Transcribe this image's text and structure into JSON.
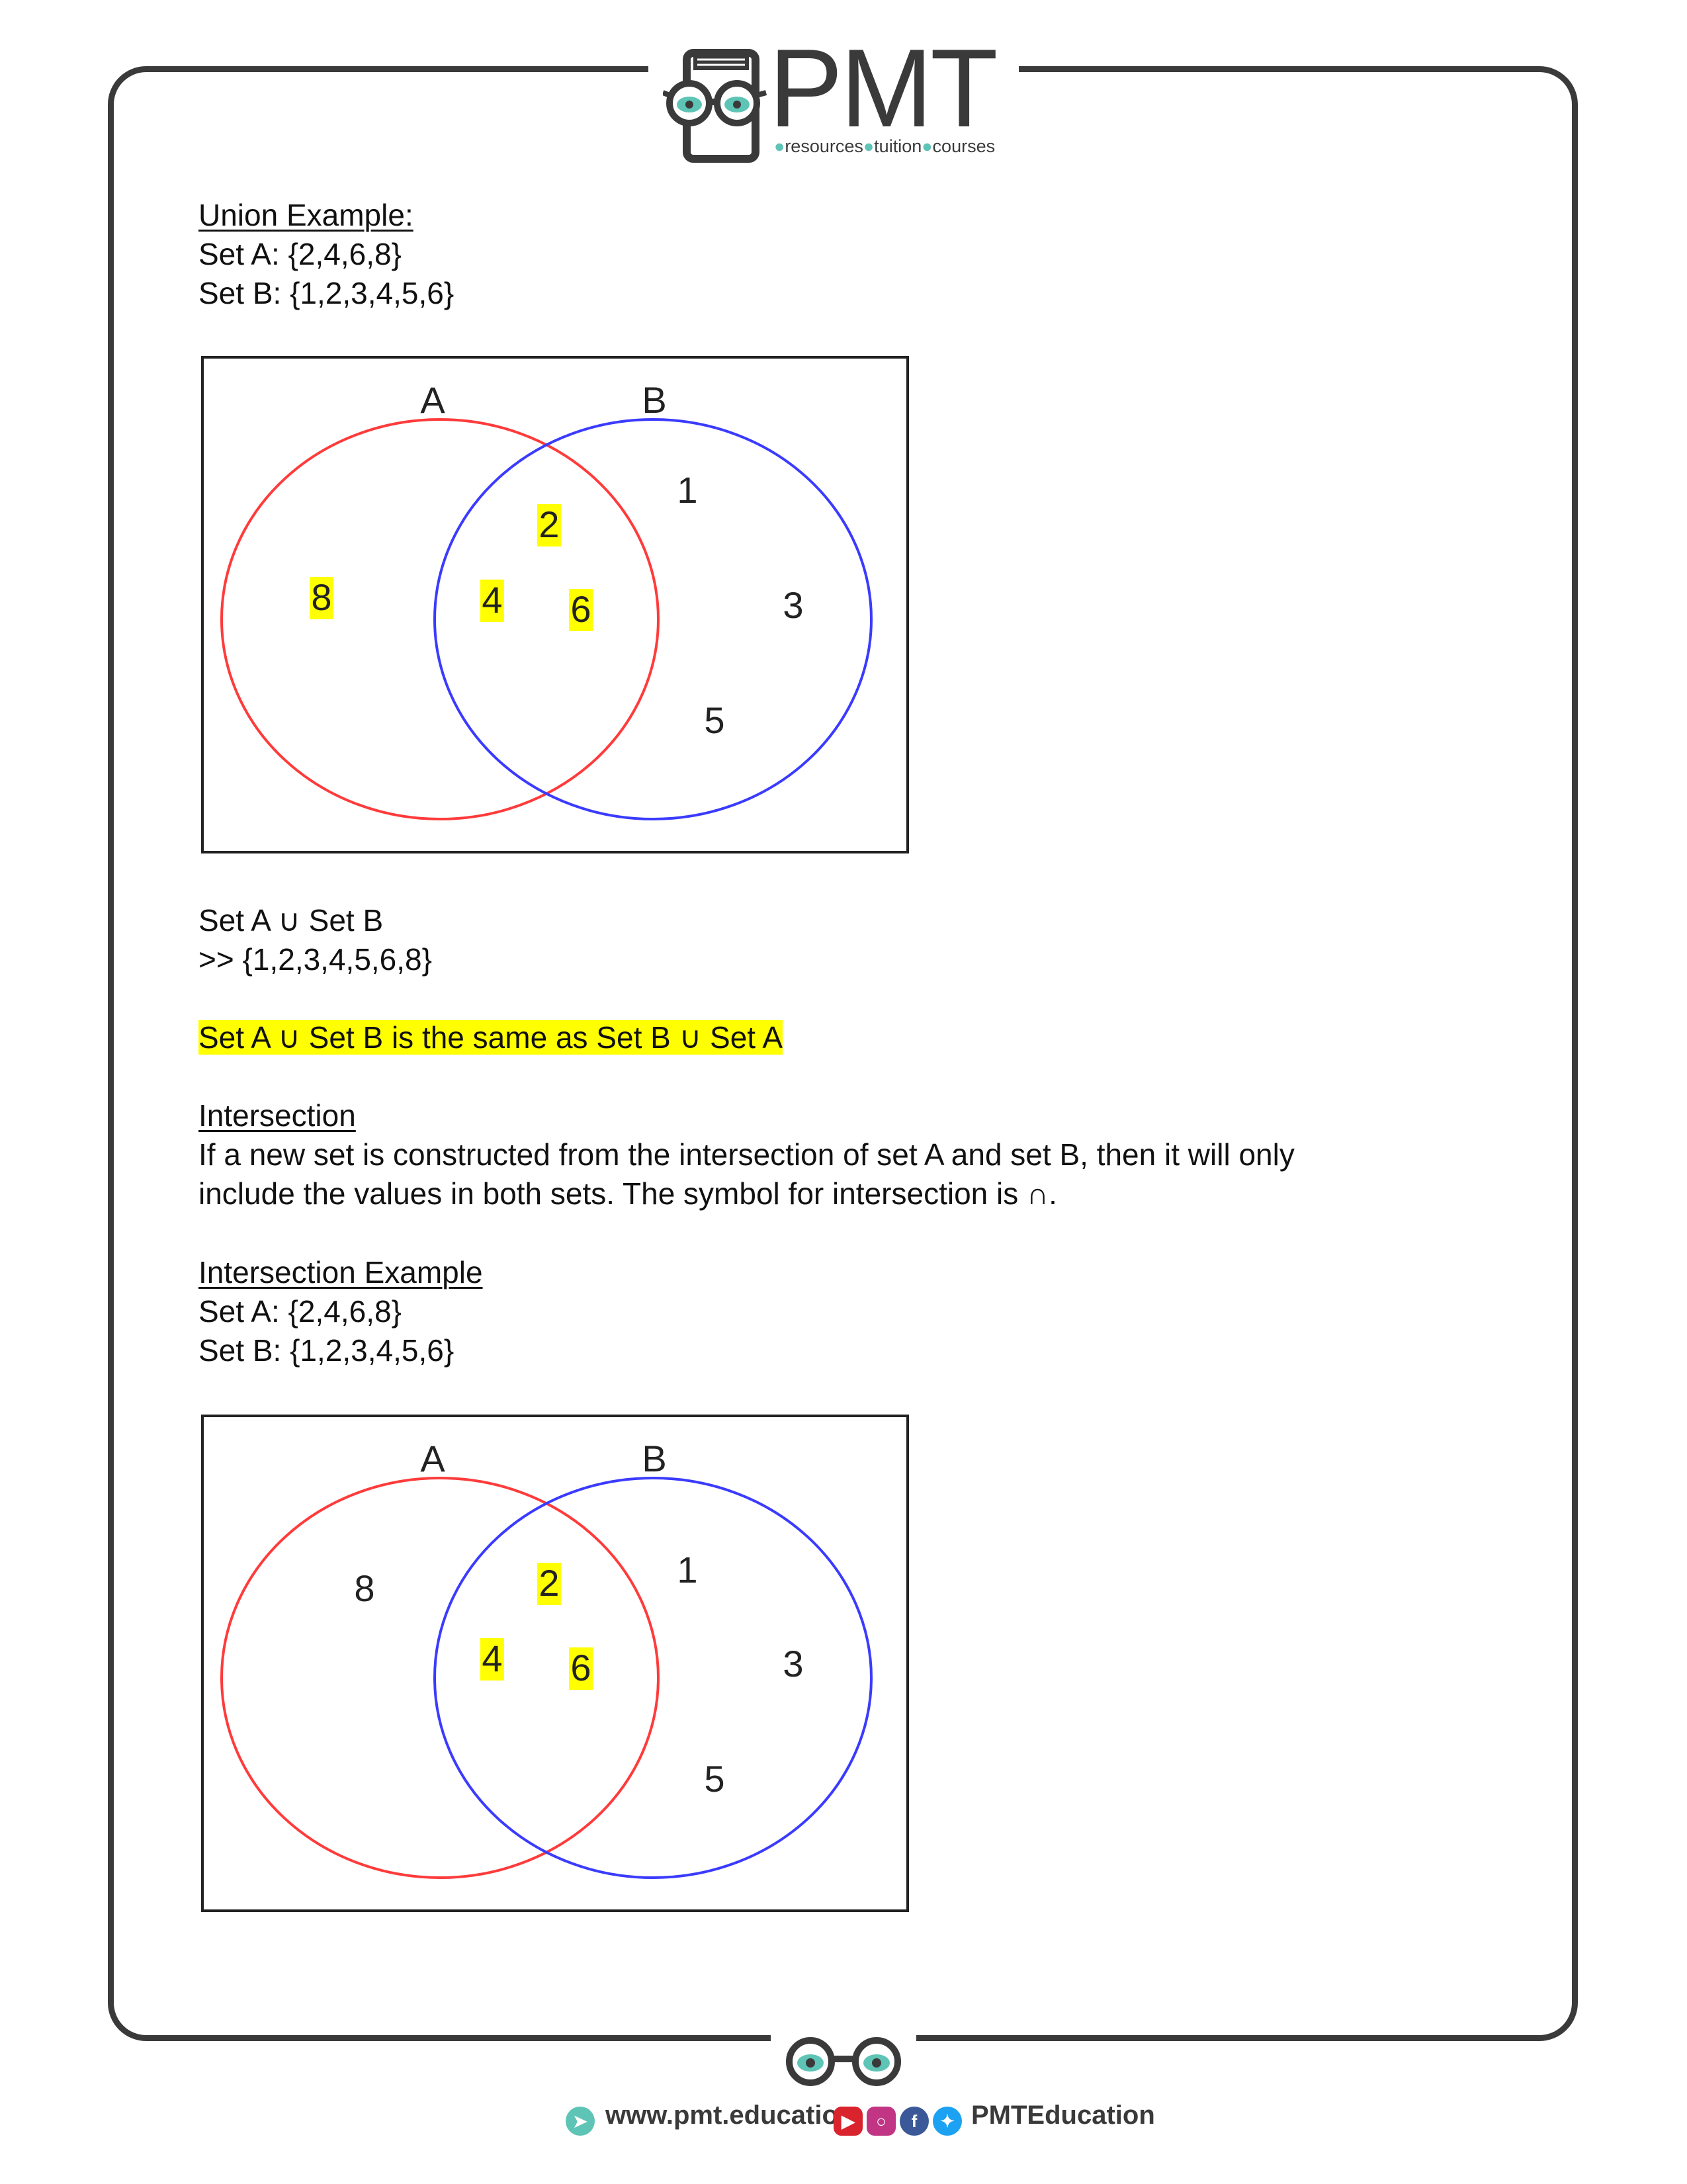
{
  "header": {
    "logo_text": "PMT",
    "tagline_parts": [
      "resources",
      "tuition",
      "courses"
    ]
  },
  "union": {
    "heading": "Union Example:",
    "set_a": "Set A: {2,4,6,8}",
    "set_b": "Set B: {1,2,3,4,5,6}",
    "result_expr": "Set A ∪ Set B",
    "result_value": ">> {1,2,3,4,5,6,8}",
    "note": "Set A ∪ Set B is the same as Set B ∪ Set A"
  },
  "intersection": {
    "heading": "Intersection",
    "line1": "If a new set is constructed from the intersection of set A and set B, then it will only",
    "line2": "include the values in both sets. The symbol for intersection is ∩.",
    "example_heading": "Intersection Example",
    "set_a": "Set A: {2,4,6,8}",
    "set_b": "Set B: {1,2,3,4,5,6}"
  },
  "venn1": {
    "label_a": "A",
    "label_b": "B",
    "a_only": [
      "8"
    ],
    "both": [
      "2",
      "4",
      "6"
    ],
    "b_only": [
      "1",
      "3",
      "5"
    ],
    "highlighted": [
      "8",
      "2",
      "4",
      "6"
    ],
    "color_a": "#ff3b3b",
    "color_b": "#3b3bff",
    "highlight": "#ffff00"
  },
  "venn2": {
    "label_a": "A",
    "label_b": "B",
    "a_only": [
      "8"
    ],
    "both": [
      "2",
      "4",
      "6"
    ],
    "b_only": [
      "1",
      "3",
      "5"
    ],
    "highlighted": [
      "2",
      "4",
      "6"
    ],
    "color_a": "#ff3b3b",
    "color_b": "#3b3bff",
    "highlight": "#ffff00"
  },
  "footer": {
    "website": "www.pmt.education",
    "handle": "PMTEducation",
    "social_icons": [
      "youtube-icon",
      "instagram-icon",
      "facebook-icon",
      "twitter-icon"
    ]
  }
}
